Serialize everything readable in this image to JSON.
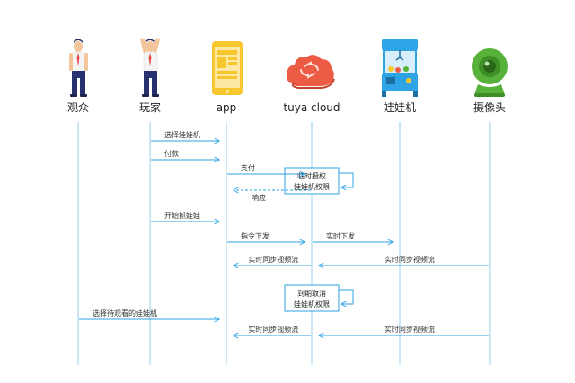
{
  "colors": {
    "lifeline": "#9ad0ef",
    "arrow": "#2ea3e6",
    "note_border": "#2ea3e6",
    "skin": "#f2c59a",
    "suit": "#29306e",
    "shirt": "#f4f4f4",
    "tie": "#e14b4b",
    "phone": "#f7c72d",
    "cloud": "#ec5b44",
    "machine": "#2ea3e6",
    "camera": "#58b23a"
  },
  "actors": [
    {
      "id": "viewer",
      "label": "观众",
      "icon": "person-icon"
    },
    {
      "id": "player",
      "label": "玩家",
      "icon": "person-arms-up-icon"
    },
    {
      "id": "app",
      "label": "app",
      "icon": "phone-icon"
    },
    {
      "id": "cloud",
      "label": "tuya cloud",
      "icon": "cloud-icon"
    },
    {
      "id": "machine",
      "label": "娃娃机",
      "icon": "claw-machine-icon"
    },
    {
      "id": "camera",
      "label": "摄像头",
      "icon": "camera-icon"
    }
  ],
  "messages": [
    {
      "from": "player",
      "to": "app",
      "label": "选择娃娃机"
    },
    {
      "from": "player",
      "to": "app",
      "label": "付款"
    },
    {
      "from": "app",
      "to": "cloud",
      "label": "支付"
    },
    {
      "from": "cloud",
      "to": "app",
      "label": "响应",
      "style": "dashed"
    },
    {
      "from": "player",
      "to": "app",
      "label": "开始抓娃娃"
    },
    {
      "from": "app",
      "to": "cloud",
      "label": "指令下发"
    },
    {
      "from": "cloud",
      "to": "machine",
      "label": "实时下发"
    },
    {
      "from": "cloud",
      "to": "app",
      "label": "实时同步视频流"
    },
    {
      "from": "camera",
      "to": "cloud",
      "label": "实时同步视频流"
    },
    {
      "from": "viewer",
      "to": "app",
      "label": "选择待观看的娃娃机"
    },
    {
      "from": "cloud",
      "to": "app",
      "label": "实时同步视频流"
    },
    {
      "from": "camera",
      "to": "cloud",
      "label": "实时同步视频流"
    }
  ],
  "notes": [
    {
      "actor": "cloud",
      "lines": [
        "临时授权",
        "娃娃机权限"
      ]
    },
    {
      "actor": "cloud",
      "lines": [
        "到期取消",
        "娃娃机权限"
      ]
    }
  ]
}
